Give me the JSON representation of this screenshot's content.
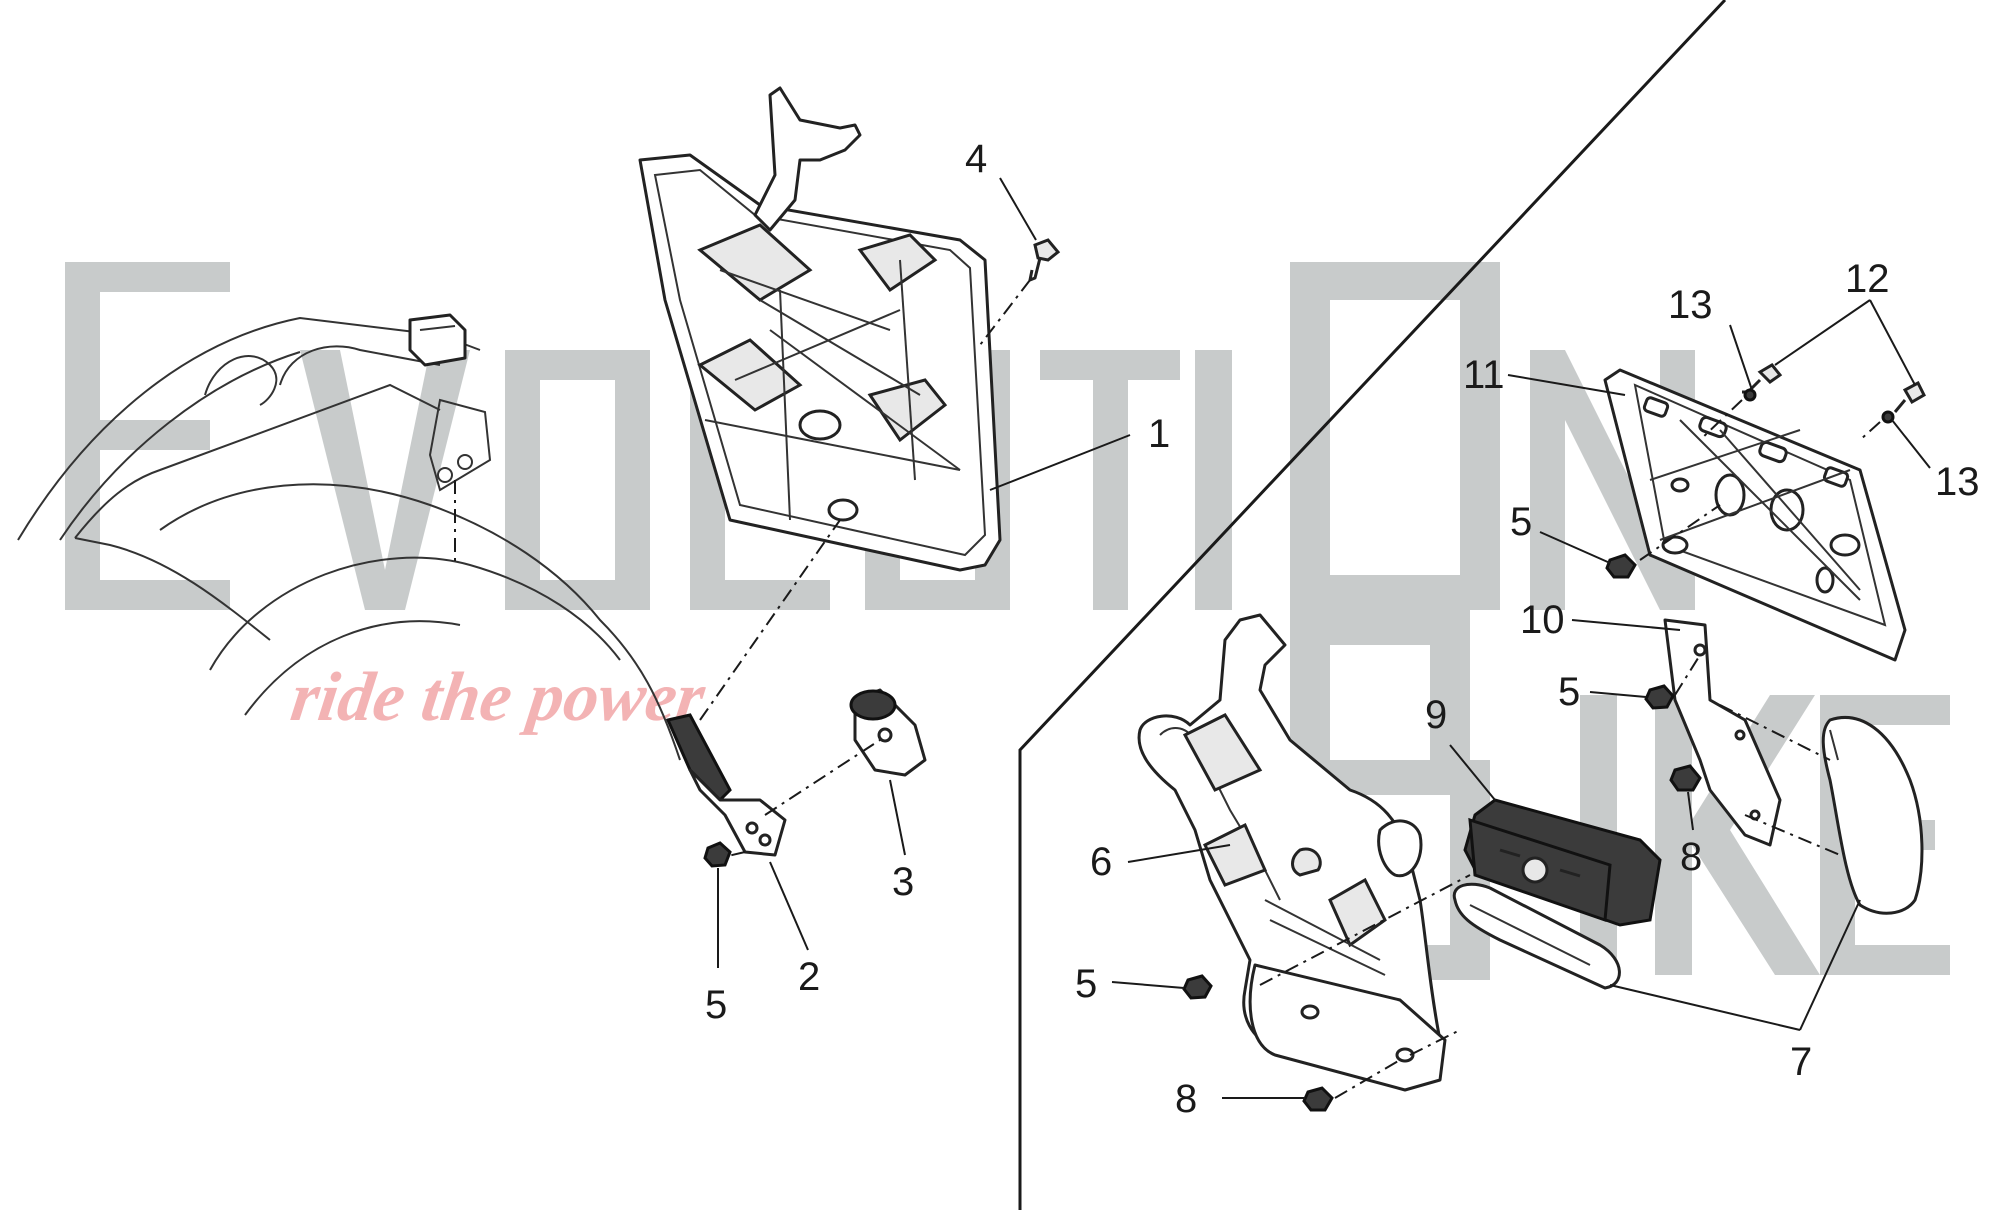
{
  "watermark": {
    "brand_word_1": "EvOLUtIOn",
    "brand_word_2": "BIkE",
    "tagline": "ride the power",
    "color": "#b9bcbc",
    "tagline_color": "#f2a6a8"
  },
  "callouts": {
    "c1": "1",
    "c2": "2",
    "c3": "3",
    "c4": "4",
    "c5a": "5",
    "c5b": "5",
    "c5c": "5",
    "c5d": "5",
    "c6": "6",
    "c7": "7",
    "c8a": "8",
    "c8b": "8",
    "c9": "9",
    "c10": "10",
    "c11": "11",
    "c12": "12",
    "c13a": "13",
    "c13b": "13"
  }
}
